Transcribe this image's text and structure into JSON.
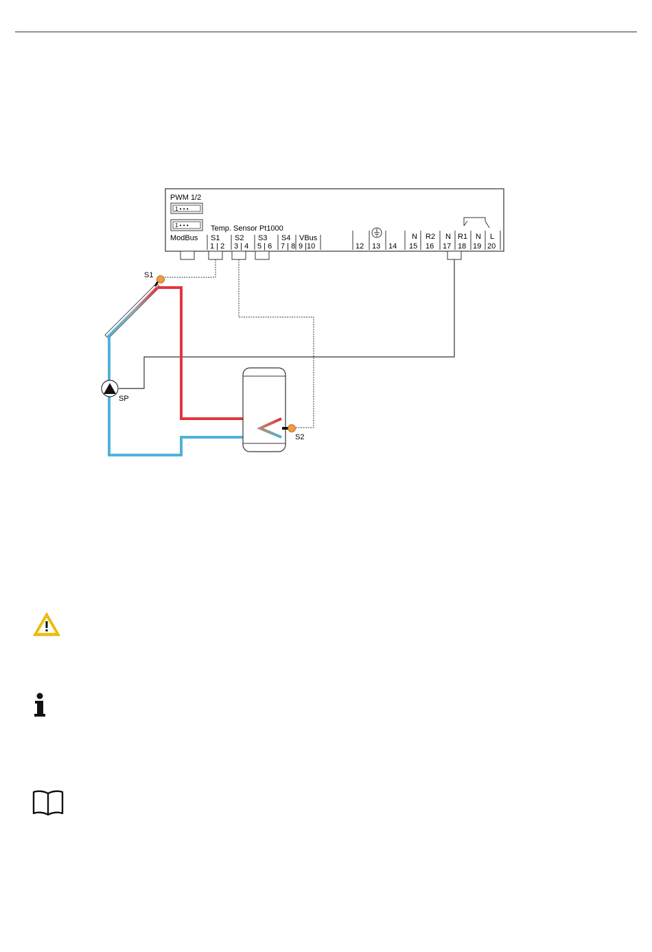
{
  "colors": {
    "hot": "#e3343c",
    "cold": "#4fb2d9",
    "sensor": "#f39a3a",
    "line": "#333333",
    "warning": "#f6c000"
  },
  "controller": {
    "pwm_label": "PWM 1/2",
    "pwm_pins": "1 • • •",
    "modbus_pins": "1 • • •",
    "modbus_label": "ModBus",
    "sensor_heading": "Temp. Sensor Pt1000",
    "groups": [
      {
        "name": "S1",
        "pins": "1 | 2"
      },
      {
        "name": "S2",
        "pins": "3 | 4"
      },
      {
        "name": "S3",
        "pins": "5 | 6"
      },
      {
        "name": "S4",
        "pins": "7 | 8"
      },
      {
        "name": "VBus",
        "pins": "9 |10"
      }
    ],
    "terminals": [
      {
        "top": "",
        "num": "12"
      },
      {
        "top": "",
        "num": "13"
      },
      {
        "top": "",
        "num": "14"
      },
      {
        "top": "N",
        "num": "15"
      },
      {
        "top": "R2",
        "num": "16"
      },
      {
        "top": "N",
        "num": "17"
      },
      {
        "top": "R1",
        "num": "18"
      },
      {
        "top": "N",
        "num": "19"
      },
      {
        "top": "L",
        "num": "20"
      }
    ]
  },
  "system": {
    "collector_sensor": "S1",
    "tank_sensor": "S2",
    "pump": "SP"
  },
  "icons": [
    "warning-icon",
    "info-icon",
    "manual-book-icon"
  ]
}
